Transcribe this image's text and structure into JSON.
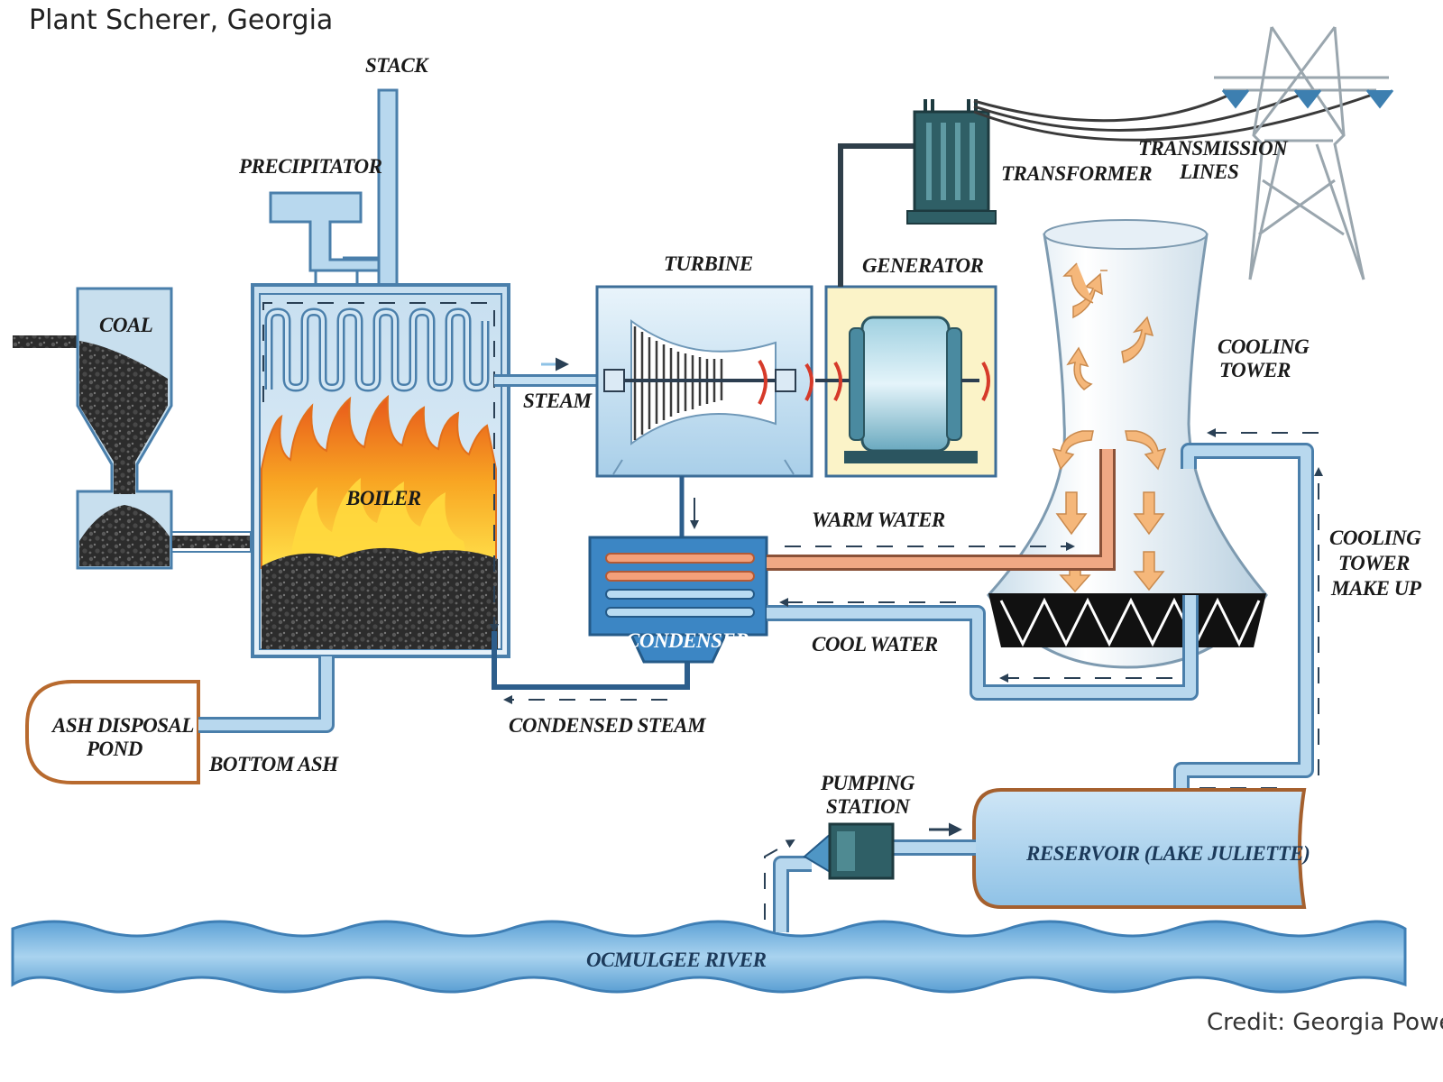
{
  "header": {
    "title": "Plant Scherer, Georgia"
  },
  "footer": {
    "credit": "Credit: Georgia Power"
  },
  "labels": {
    "stack": "STACK",
    "precipitator": "PRECIPITATOR",
    "coal": "COAL",
    "boiler": "BOILER",
    "turbine": "TURBINE",
    "generator": "GENERATOR",
    "transformer": "TRANSFORMER",
    "transmission_lines": [
      "TRANSMISSION",
      "LINES"
    ],
    "steam": "STEAM",
    "cooling_tower": [
      "COOLING",
      "TOWER"
    ],
    "warm_water": "WARM WATER",
    "cool_water": "COOL WATER",
    "condenser": "CONDENSER",
    "condensed_steam": "CONDENSED STEAM",
    "ash_disposal_pond": [
      "ASH DISPOSAL",
      "POND"
    ],
    "bottom_ash": "BOTTOM ASH",
    "cooling_tower_make_up": [
      "COOLING",
      "TOWER",
      "MAKE UP"
    ],
    "pumping_station": [
      "PUMPING",
      "STATION"
    ],
    "reservoir": "RESERVOIR (LAKE JULIETTE)",
    "river": "OCMULGEE RIVER"
  },
  "colors": {
    "pipe_fill": "#b8d8ee",
    "pipe_outline": "#4a7fab",
    "coal": "#2b2b2b",
    "flame_orange": "#f39a1e",
    "flame_yellow": "#ffd23c",
    "water": "#8ec2e6",
    "warm_pipe": "#e8825a",
    "dark_equipment": "#2f5f66"
  }
}
